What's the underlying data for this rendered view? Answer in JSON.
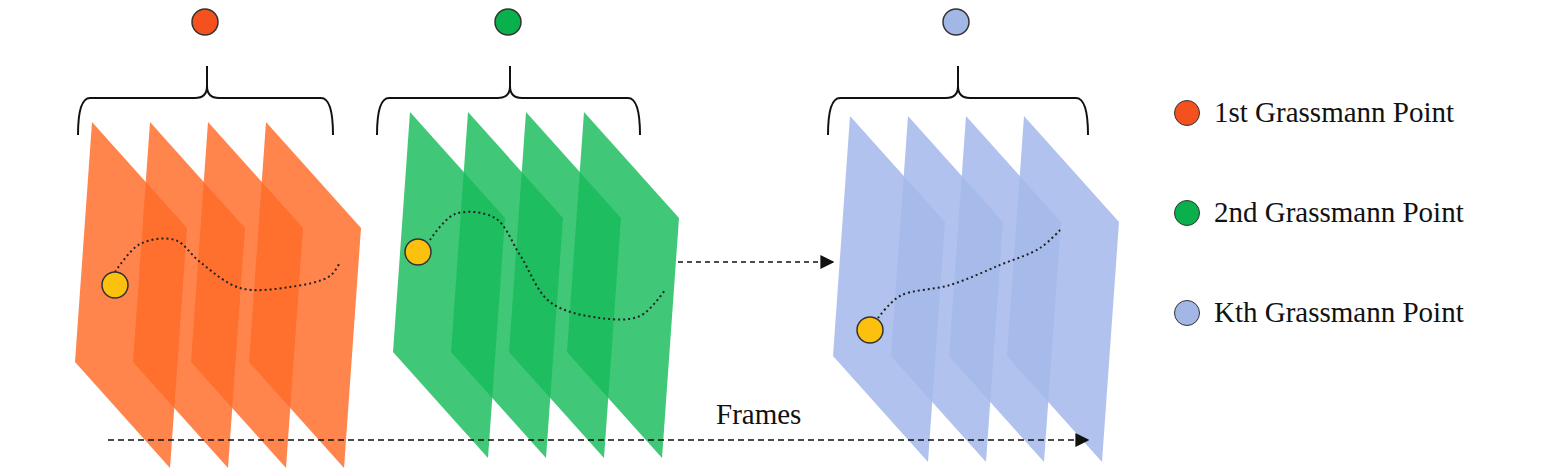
{
  "diagram": {
    "labels": [
      "Frames"
    ],
    "legend": [
      {
        "text": "1st Grassmann Point",
        "color": "#f4511e"
      },
      {
        "text": "2nd Grassmann Point",
        "color": "#0ab04c"
      },
      {
        "text": "Kth Grassmann Point",
        "color": "#a3b7e6"
      }
    ]
  }
}
